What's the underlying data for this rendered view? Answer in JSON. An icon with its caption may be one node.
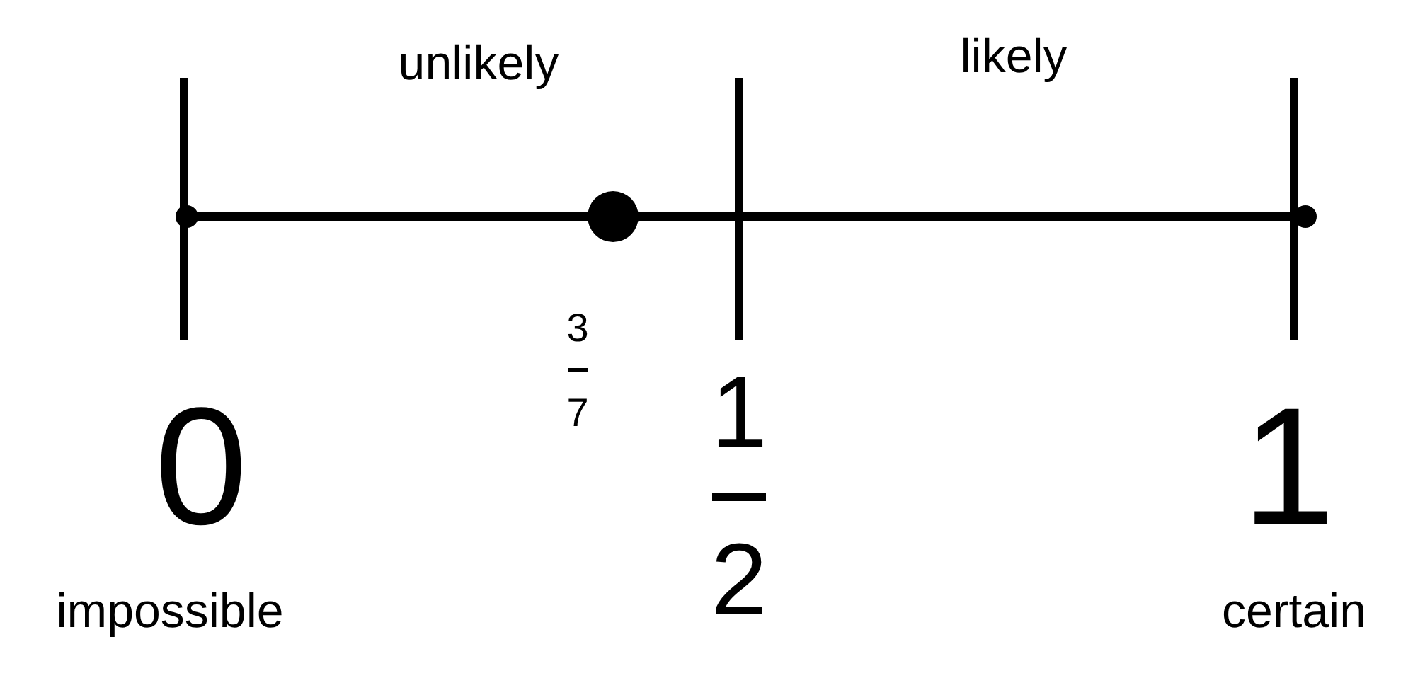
{
  "diagram": {
    "labels": [
      "unlikely",
      "likely",
      "3",
      "7",
      "0",
      "1",
      "2",
      "1",
      "impossible",
      "certain"
    ]
  }
}
